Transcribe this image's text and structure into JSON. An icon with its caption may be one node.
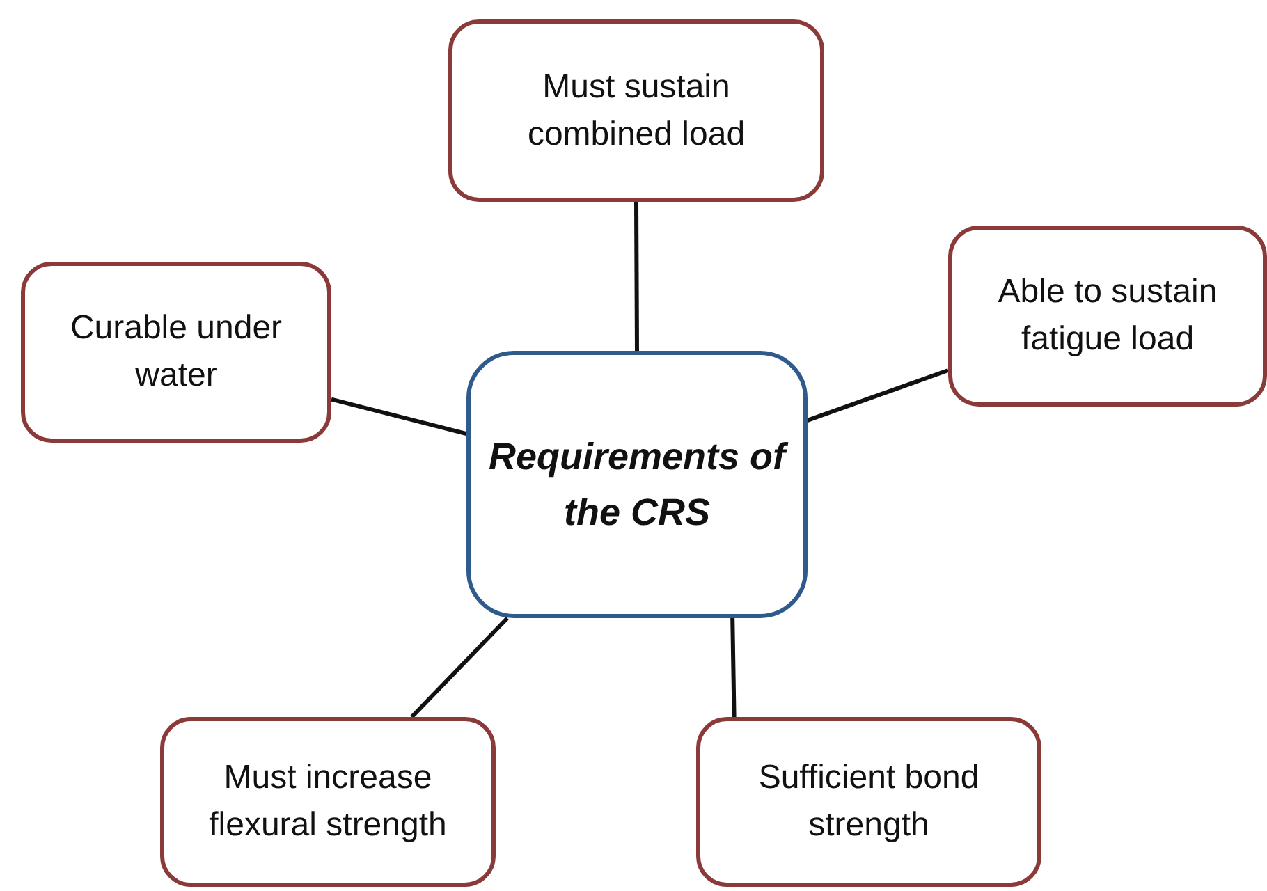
{
  "diagram": {
    "nodes": [
      {
        "text": [
          "Must sustain combined load"
        ]
      },
      {
        "text": [
          "Able to sustain fatigue load"
        ]
      },
      {
        "text": [
          "Curable under water"
        ]
      },
      {
        "text": [
          "Requirements of the CRS"
        ]
      },
      {
        "text": [
          "Must increase flexural strength"
        ]
      },
      {
        "text": [
          "Sufficient bond strength"
        ]
      }
    ],
    "edges": [
      {
        "from": 3,
        "to": 0,
        "arrow": "none"
      },
      {
        "from": 3,
        "to": 1,
        "arrow": "none"
      },
      {
        "from": 3,
        "to": 2,
        "arrow": "none"
      },
      {
        "from": 3,
        "to": 4,
        "arrow": "none"
      },
      {
        "from": 3,
        "to": 5,
        "arrow": "none"
      }
    ]
  }
}
